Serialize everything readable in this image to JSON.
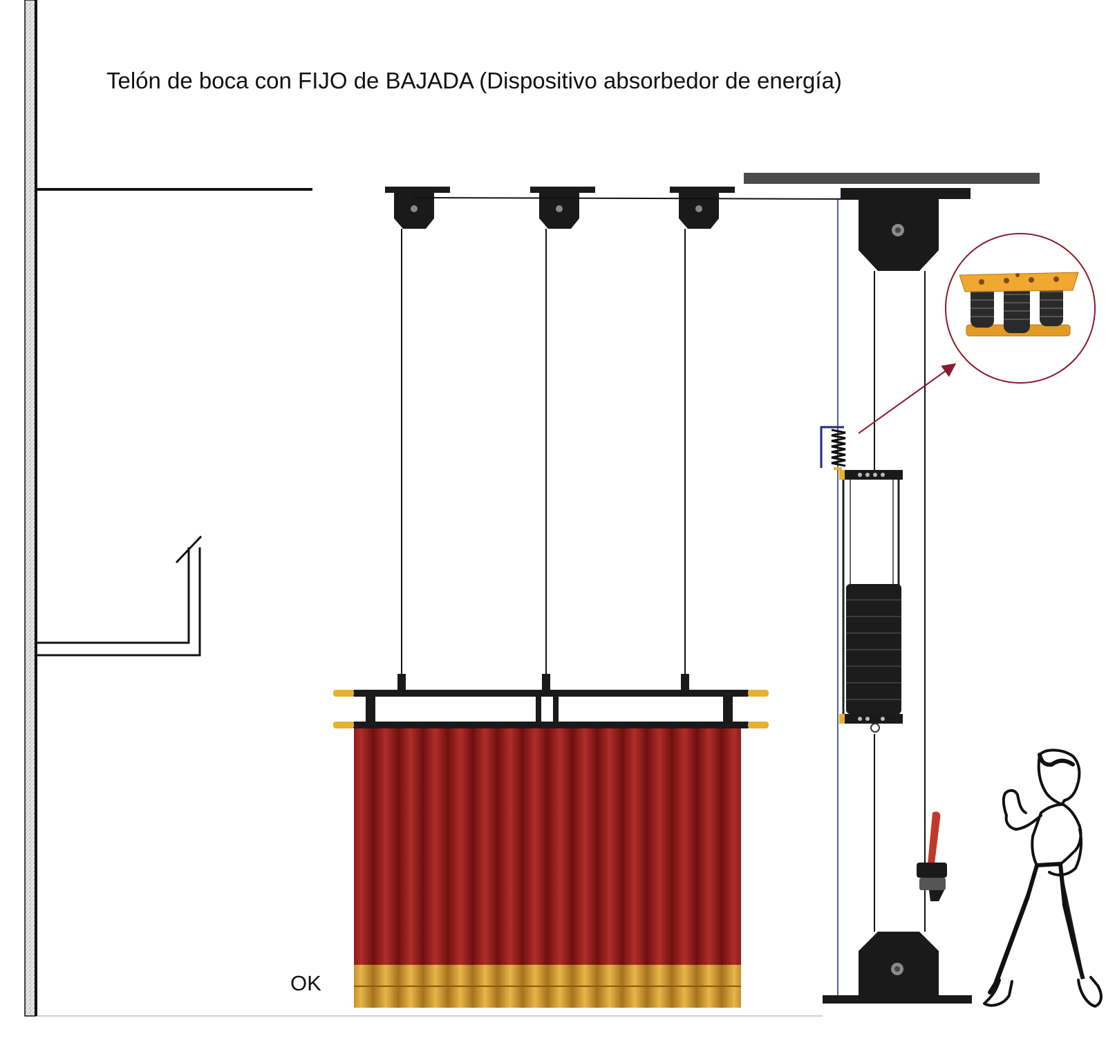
{
  "diagram": {
    "title": "Telón de boca con FIJO de BAJADA (Dispositivo absorbedor de energía)",
    "status_label": "OK",
    "components": [
      "wall",
      "fly-gallery",
      "loading-gallery",
      "grid-beam",
      "loft-block-1",
      "loft-block-2",
      "loft-block-3",
      "head-block",
      "tension-block",
      "lift-lines",
      "operating-rope",
      "batten-pipe-upper",
      "batten-pipe-lower",
      "front-curtain",
      "counterweight-arbor",
      "shock-absorber-spring",
      "shock-absorber-detail",
      "rope-lock",
      "operator-figure"
    ],
    "colors": {
      "curtain": "#8e1616",
      "curtain_fold": "#c23a35",
      "fringe": "#d4a030",
      "hardware": "#1a1a1a",
      "absorber_plate": "#f0a830",
      "callout_arrow": "#8a1a2e",
      "callout_circle": "#8a1a2e",
      "guide_line": "#1f2a7a",
      "spring_bracket": "#1f2a7a"
    }
  }
}
